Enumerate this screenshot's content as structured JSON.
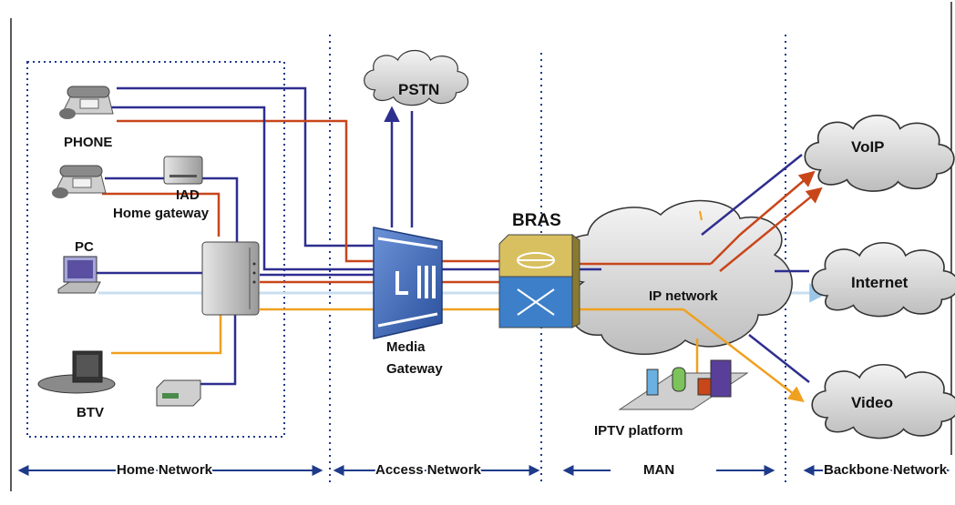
{
  "devices": {
    "phone": "PHONE",
    "iad": "IAD",
    "home_gateway": "Home gateway",
    "pc": "PC",
    "btv": "BTV",
    "media_gateway_line1": "Media",
    "media_gateway_line2": "Gateway",
    "bras": "BRAS",
    "iptv_platform": "IPTV platform"
  },
  "clouds": {
    "pstn": "PSTN",
    "ip_network": "IP network",
    "voip": "VoIP",
    "internet": "Internet",
    "video": "Video"
  },
  "segments": {
    "home": "Home Network",
    "access": "Access Network",
    "man": "MAN",
    "backbone": "Backbone Network"
  },
  "colors": {
    "voice_line": "#2e2e8f",
    "data_line": "#c8461a",
    "video_line": "#f0a020",
    "light_line": "#c8def0",
    "media_gateway": "#3a63b8",
    "bras_top": "#d8c060",
    "bras_bottom": "#3d7fc8"
  }
}
